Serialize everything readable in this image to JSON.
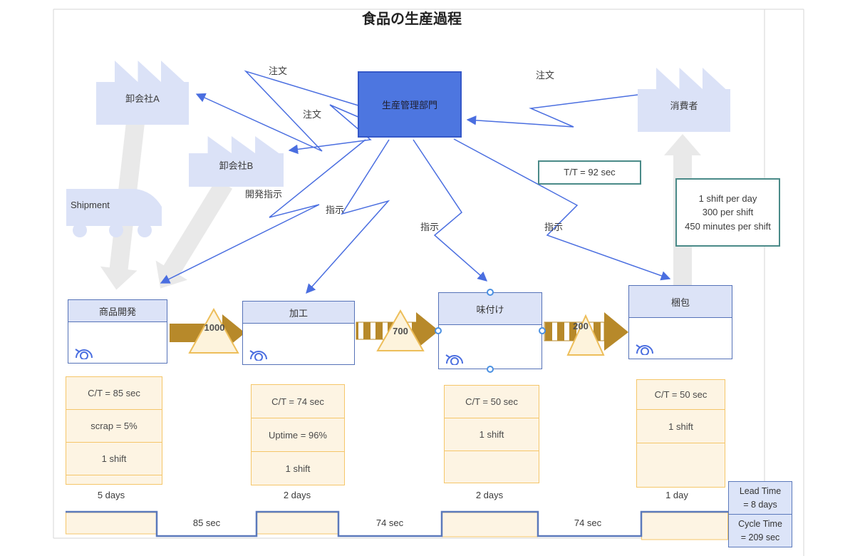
{
  "title": "食品の生産過程",
  "entities": {
    "supplier_a": "卸会社A",
    "supplier_b": "卸会社B",
    "customer": "消費者",
    "production_control": "生産管理部門",
    "shipment_label": "Shipment"
  },
  "flow_labels": {
    "order": "注文",
    "dev_instruction": "開発指示",
    "instruction": "指示"
  },
  "info_boxes": {
    "takt_time": "T/T = 92 sec",
    "shift_lines": [
      "1 shift per day",
      "300  per shift",
      "450 minutes per shift"
    ]
  },
  "inventory": {
    "amounts": [
      "1000",
      "700",
      "200"
    ]
  },
  "processes": [
    {
      "name": "商品開発",
      "data_rows": [
        "C/T = 85 sec",
        "scrap = 5%",
        "1 shift",
        ""
      ]
    },
    {
      "name": "加工",
      "data_rows": [
        "C/T = 74 sec",
        "Uptime = 96%",
        "1 shift"
      ]
    },
    {
      "name": "味付け",
      "data_rows": [
        "C/T = 50 sec",
        "1 shift",
        ""
      ]
    },
    {
      "name": "梱包",
      "data_rows": [
        "C/T = 50 sec",
        "1 shift",
        ""
      ]
    }
  ],
  "timeline": {
    "wait_times": [
      "5 days",
      "2 days",
      "2 days",
      "1 day"
    ],
    "process_times": [
      "85 sec",
      "74 sec",
      "74 sec"
    ],
    "lead_time_line1": "Lead Time",
    "lead_time_line2": "= 8 days",
    "cycle_time_line1": "Cycle Time",
    "cycle_time_line2": "= 209 sec"
  },
  "colors": {
    "accent_blue": "#4d76e0",
    "lavender": "#dbe2f7",
    "gold": "#b7892a",
    "cream": "#fdf4e3",
    "teal_border": "#4a8a88",
    "timeline_blue": "#5b79bb"
  }
}
